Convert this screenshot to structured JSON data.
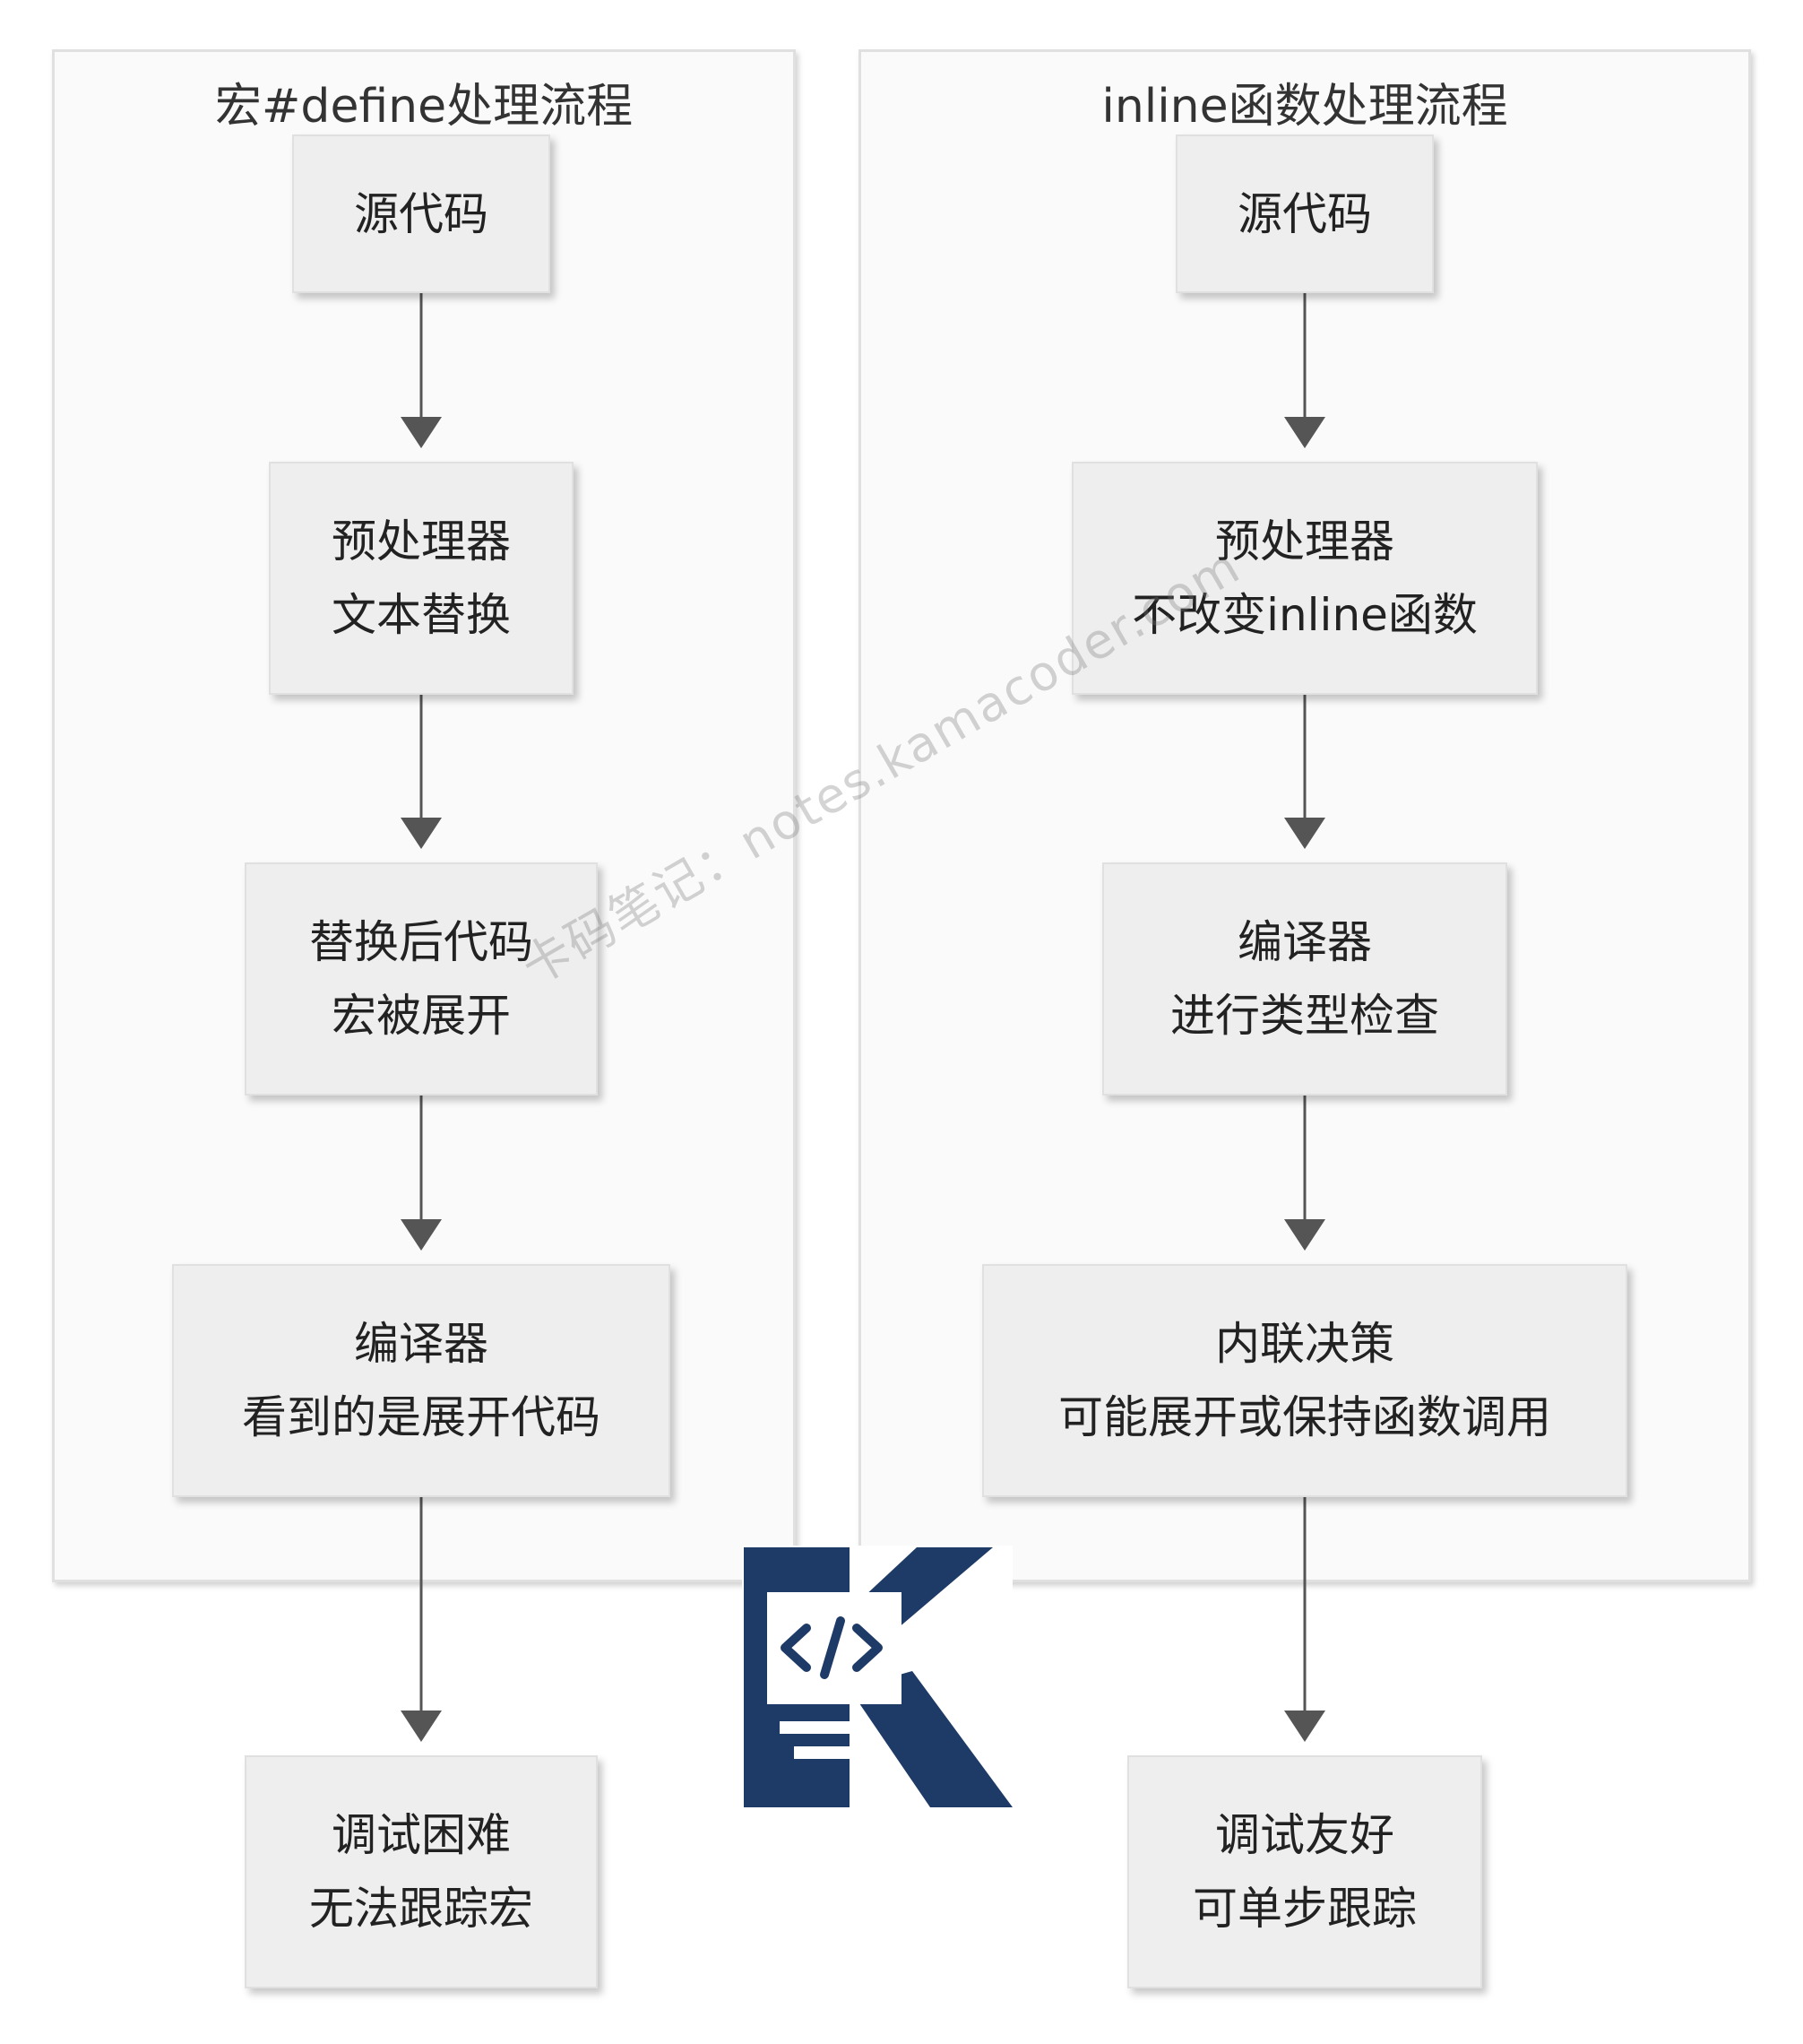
{
  "left_cluster": {
    "title": "宏#define处理流程",
    "nodes": [
      {
        "line1": "源代码",
        "line2": ""
      },
      {
        "line1": "预处理器",
        "line2": "文本替换"
      },
      {
        "line1": "替换后代码",
        "line2": "宏被展开"
      },
      {
        "line1": "编译器",
        "line2": "看到的是展开代码"
      },
      {
        "line1": "调试困难",
        "line2": "无法跟踪宏"
      }
    ]
  },
  "right_cluster": {
    "title": "inline函数处理流程",
    "nodes": [
      {
        "line1": "源代码",
        "line2": ""
      },
      {
        "line1": "预处理器",
        "line2": "不改变inline函数"
      },
      {
        "line1": "编译器",
        "line2": "进行类型检查"
      },
      {
        "line1": "内联决策",
        "line2": "可能展开或保持函数调用"
      },
      {
        "line1": "调试友好",
        "line2": "可单步跟踪"
      }
    ]
  },
  "watermark": "卡码笔记：notes.kamacoder.com",
  "colors": {
    "cluster_bg": "#fafafa",
    "node_bg": "#eeeeee",
    "edge": "#555555",
    "logo_blue": "#1e3a66"
  },
  "logo": {
    "icon": "kamacoder-logo-icon"
  }
}
